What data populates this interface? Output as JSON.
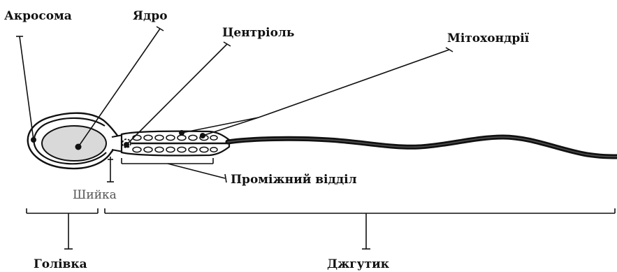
{
  "diagram": {
    "labels": {
      "acrosome": "Акросома",
      "nucleus": "Ядро",
      "centriole": "Центріоль",
      "mitochondria": "Мітохондрії",
      "midpiece": "Проміжний відділ",
      "neck": "Шийка",
      "head": "Голівка",
      "flagellum": "Джгутик"
    },
    "colors": {
      "ink": "#111111",
      "nucleus_fill": "#d9d9d9",
      "muted_label": "#555555"
    }
  }
}
